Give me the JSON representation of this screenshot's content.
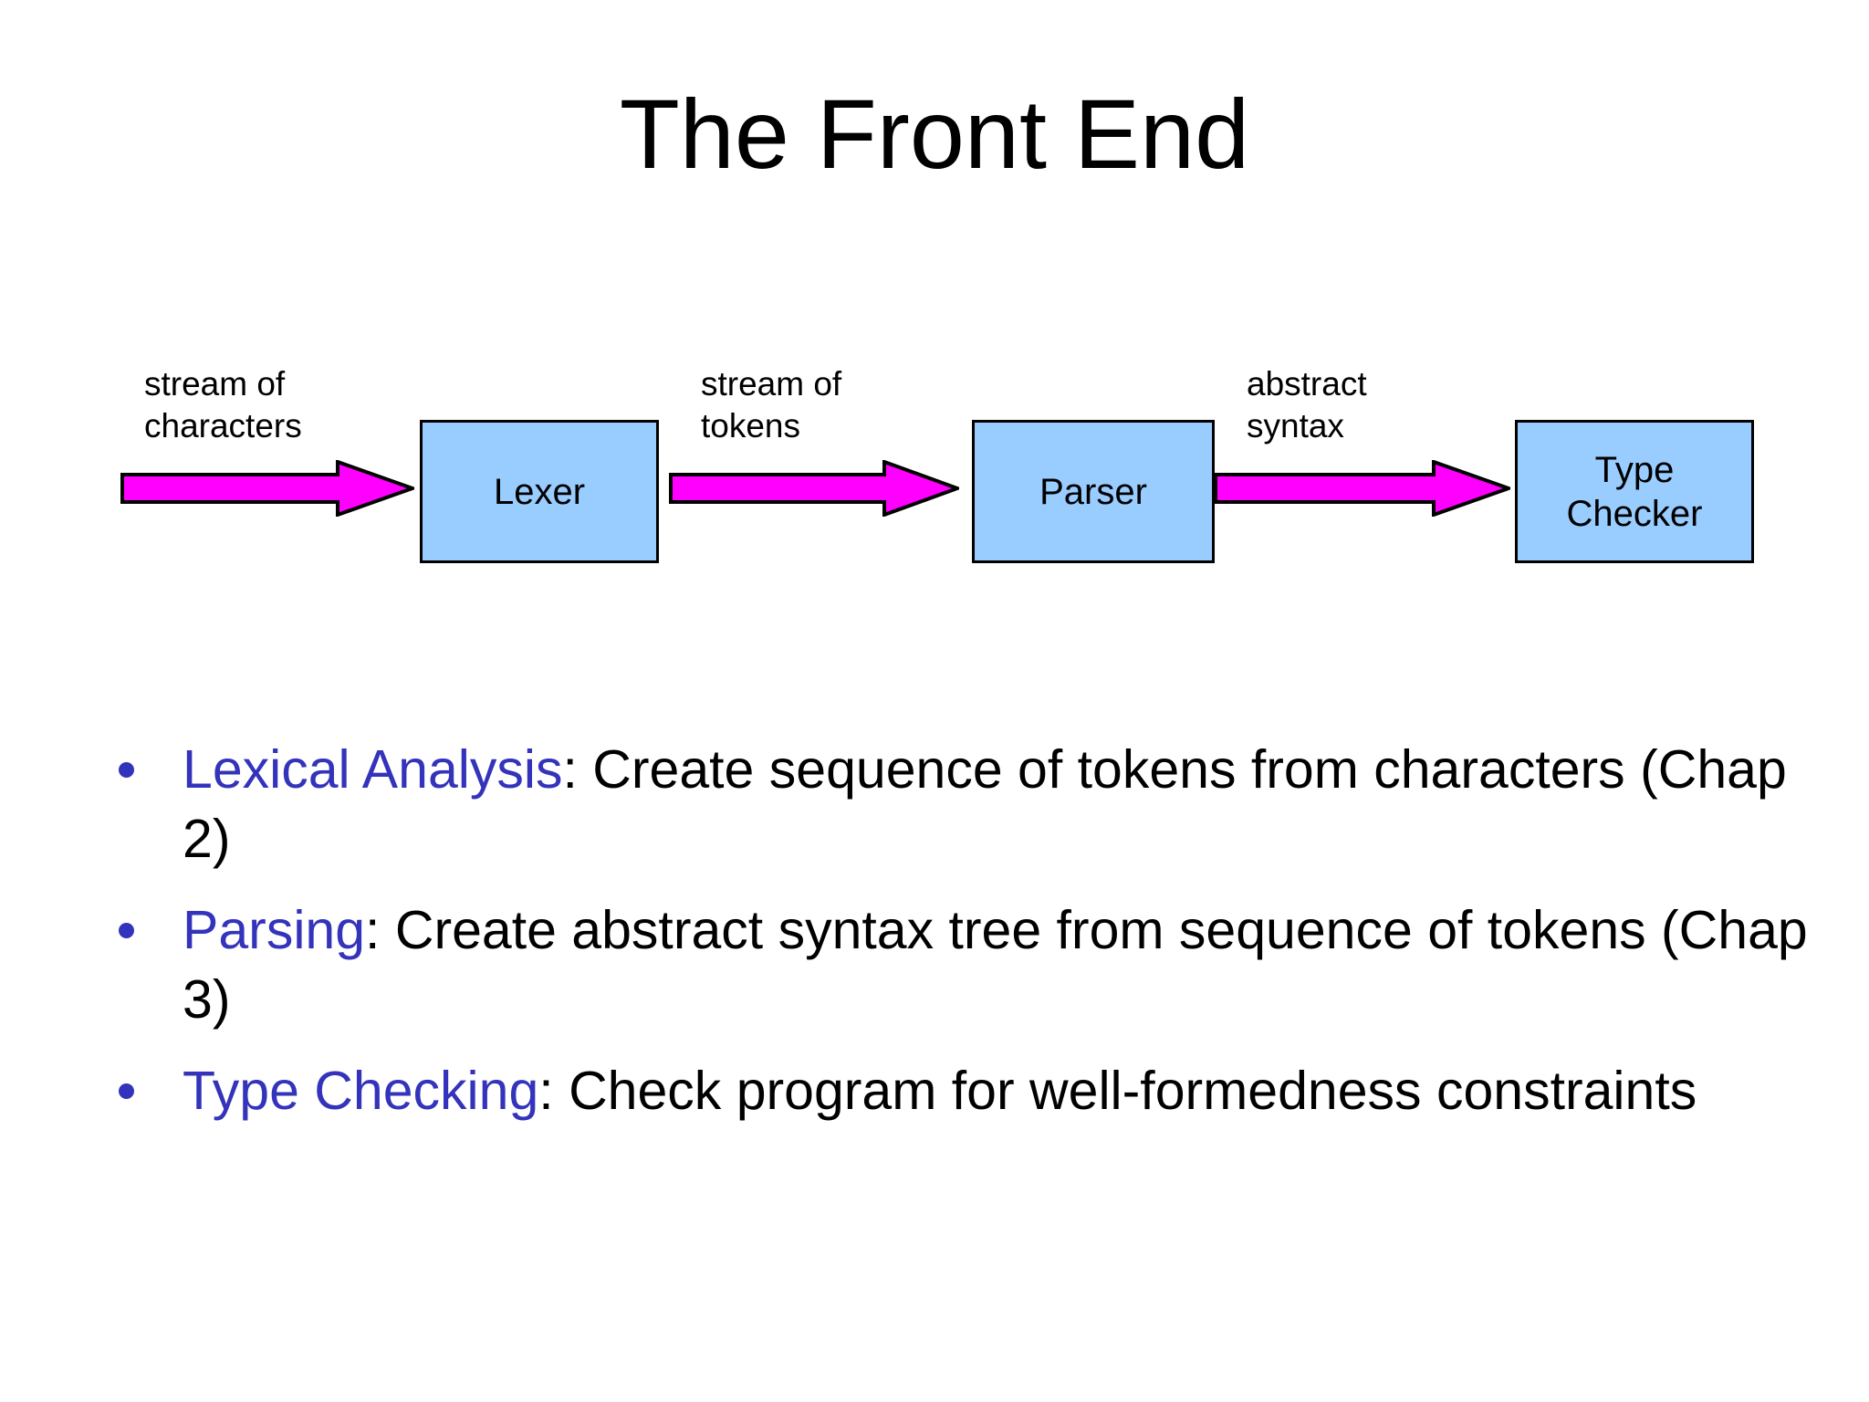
{
  "slide": {
    "title": "The Front End",
    "background_color": "#FFFFFF"
  },
  "diagram": {
    "box_fill_color": "#99CCFF",
    "box_border_color": "#000000",
    "arrow_color": "#FF00FF",
    "arrow_outline_color": "#000000",
    "labels": [
      {
        "name": "stream-of-characters",
        "text": "stream of\ncharacters"
      },
      {
        "name": "stream-of-tokens",
        "text": "stream of\ntokens"
      },
      {
        "name": "abstract-syntax",
        "text": "abstract\nsyntax"
      }
    ],
    "boxes": [
      {
        "name": "lexer",
        "text": "Lexer"
      },
      {
        "name": "parser",
        "text": "Parser"
      },
      {
        "name": "type-checker",
        "text": "Type\nChecker"
      }
    ],
    "arrows": [
      {
        "name": "arrow-to-lexer"
      },
      {
        "name": "arrow-to-parser"
      },
      {
        "name": "arrow-to-type-checker"
      }
    ]
  },
  "body": {
    "accent_color": "#3333BB",
    "bullets": [
      {
        "keyword": "Lexical Analysis",
        "rest": ": Create sequence of tokens from characters (Chap 2)"
      },
      {
        "keyword": "Parsing",
        "rest": ": Create abstract syntax tree from sequence of tokens (Chap 3)"
      },
      {
        "keyword": "Type Checking",
        "rest": ": Check program for well-formedness constraints"
      }
    ]
  }
}
